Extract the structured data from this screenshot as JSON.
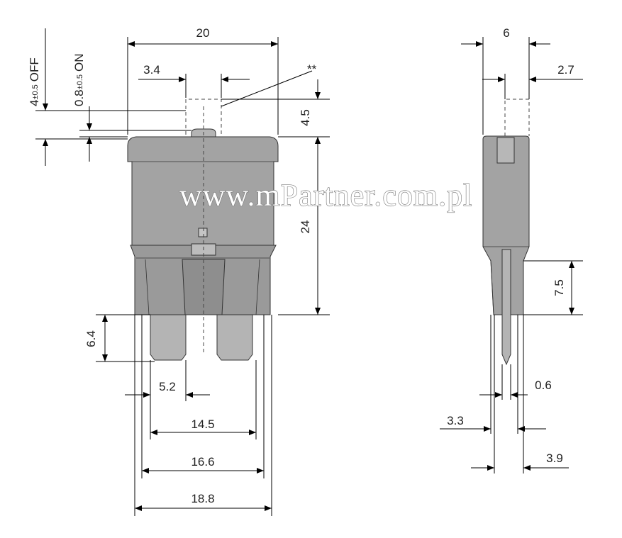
{
  "dimensions": {
    "total_width": "20",
    "button_offset": "3.4",
    "button_travel": "4.5",
    "body_height": "24",
    "blade_length": "6.4",
    "blade_width": "5.2",
    "blade_span_inner": "14.5",
    "blade_span": "16.6",
    "base_width": "18.8",
    "side_thickness": "6",
    "button_depth": "2.7",
    "blade_height_side": "7.5",
    "blade_thickness": "0.6",
    "blade_offset_left": "3.3",
    "blade_offset_right": "3.9"
  },
  "states": {
    "off_value": "4",
    "off_tol": "±0.5",
    "off_label": "OFF",
    "on_value": "0.8",
    "on_tol": "±0.5",
    "on_label": "ON"
  },
  "note_marker": "**",
  "watermark": "www.mPartner.com.pl"
}
